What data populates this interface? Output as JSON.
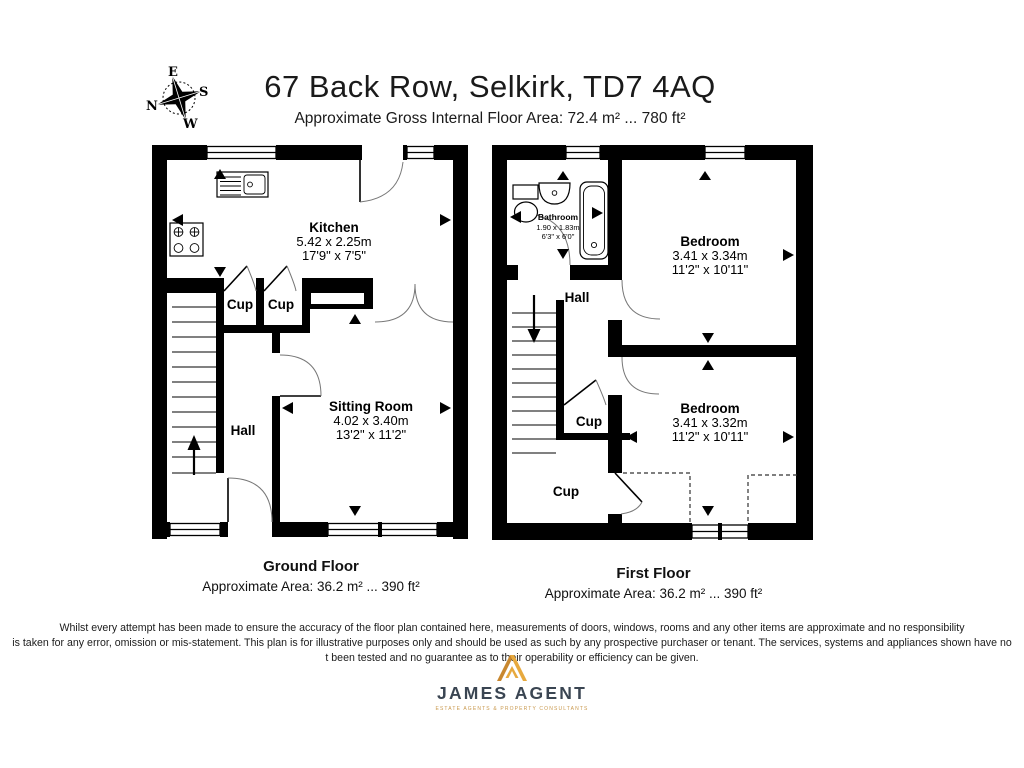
{
  "header": {
    "title": "67 Back Row, Selkirk, TD7 4AQ",
    "subtitle": "Approximate Gross Internal Floor Area: 72.4 m² ... 780 ft²"
  },
  "compass": {
    "north": "N",
    "south": "S",
    "east": "E",
    "west": "W"
  },
  "ground_floor": {
    "caption_title": "Ground Floor",
    "caption_area": "Approximate Area: 36.2 m² ... 390 ft²",
    "rooms": {
      "kitchen": {
        "name": "Kitchen",
        "metric": "5.42 x 2.25m",
        "imperial": "17'9\" x 7'5\""
      },
      "sitting_room": {
        "name": "Sitting Room",
        "metric": "4.02 x 3.40m",
        "imperial": "13'2\" x 11'2\""
      },
      "hall": {
        "name": "Hall"
      },
      "cupboard_1": {
        "name": "Cup"
      },
      "cupboard_2": {
        "name": "Cup"
      }
    }
  },
  "first_floor": {
    "caption_title": "First Floor",
    "caption_area": "Approximate Area: 36.2 m² ... 390 ft²",
    "rooms": {
      "bathroom": {
        "name": "Bathroom",
        "metric": "1.90 x 1.83m",
        "imperial": "6'3\" x 6'0\""
      },
      "bedroom_1": {
        "name": "Bedroom",
        "metric": "3.41 x 3.34m",
        "imperial": "11'2\" x 10'11\""
      },
      "bedroom_2": {
        "name": "Bedroom",
        "metric": "3.41 x 3.32m",
        "imperial": "11'2\" x 10'11\""
      },
      "hall": {
        "name": "Hall"
      },
      "cupboard_small": {
        "name": "Cup"
      },
      "cupboard_large": {
        "name": "Cup"
      }
    }
  },
  "disclaimer": {
    "line1": "Whilst every attempt has been made to ensure the accuracy of the floor plan contained here, measurements of doors, windows, rooms and any other items are approximate and no responsibility",
    "line2": "is taken for any error, omission or mis-statement. This plan is for illustrative purposes only and should be used as such by any prospective purchaser or tenant. The services, systems and appliances shown have no",
    "line3": "t been tested and no guarantee as to their operability or efficiency can be given."
  },
  "footer": {
    "brand": "JAMES AGENT",
    "tagline": "ESTATE AGENTS & PROPERTY CONSULTANTS",
    "accent_color": "#de9e3c",
    "brand_color": "#3a4552"
  }
}
